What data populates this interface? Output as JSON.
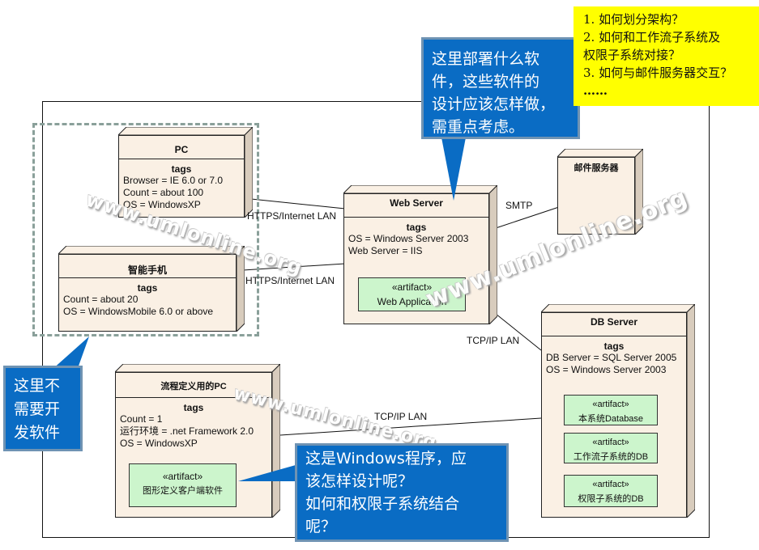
{
  "note": {
    "lines": [
      "1. 如何划分架构？",
      "2. 如何和工作流子系统及",
      "权限子系统对接？",
      "3. 如何与邮件服务器交互？",
      "……"
    ],
    "color": "#ffff00"
  },
  "callouts": {
    "top": {
      "lines": [
        "这里部署什么软",
        "件，这些软件的",
        "设计应该怎样做，",
        "需重点考虑。"
      ]
    },
    "left": {
      "lines": [
        "这里不",
        "需要开",
        "发软件"
      ]
    },
    "bottom": {
      "lines": [
        "这是Windows程序，应",
        "该怎样设计呢？",
        "如何和权限子系统结合",
        "呢？"
      ]
    },
    "color": "#0a6cc4"
  },
  "nodes": {
    "pc": {
      "title": "PC",
      "tags_label": "tags",
      "props": [
        "Browser = IE 6.0 or 7.0",
        "Count = about 100",
        "OS = WindowsXP"
      ]
    },
    "phone": {
      "title": "智能手机",
      "tags_label": "tags",
      "props": [
        "Count = about 20",
        "OS = WindowsMobile 6.0 or above"
      ]
    },
    "web": {
      "title": "Web Server",
      "tags_label": "tags",
      "props": [
        "OS = Windows Server 2003",
        "Web Server = IIS"
      ],
      "artifact": {
        "stereotype": "«artifact»",
        "name": "Web Application"
      }
    },
    "mail": {
      "title": "邮件服务器"
    },
    "db": {
      "title": "DB Server",
      "tags_label": "tags",
      "props": [
        "DB Server = SQL Server 2005",
        "OS = Windows Server 2003"
      ],
      "artifacts": [
        {
          "stereotype": "«artifact»",
          "name": "本系统Database"
        },
        {
          "stereotype": "«artifact»",
          "name": "工作流子系统的DB"
        },
        {
          "stereotype": "«artifact»",
          "name": "权限子系统的DB"
        }
      ]
    },
    "flowpc": {
      "title": "流程定义用的PC",
      "tags_label": "tags",
      "props": [
        "Count = 1",
        "运行环境 = .net Framework 2.0",
        "OS = WindowsXP"
      ],
      "artifact": {
        "stereotype": "«artifact»",
        "name": "图形定义客户端软件"
      }
    }
  },
  "connections": {
    "pc_web": "HTTPS/Internet LAN",
    "phone_web": "HTTPS/Internet LAN",
    "web_mail": "SMTP",
    "web_db": "TCP/IP LAN",
    "flowpc_db": "TCP/IP LAN"
  },
  "watermark": "www.umlonline.org"
}
